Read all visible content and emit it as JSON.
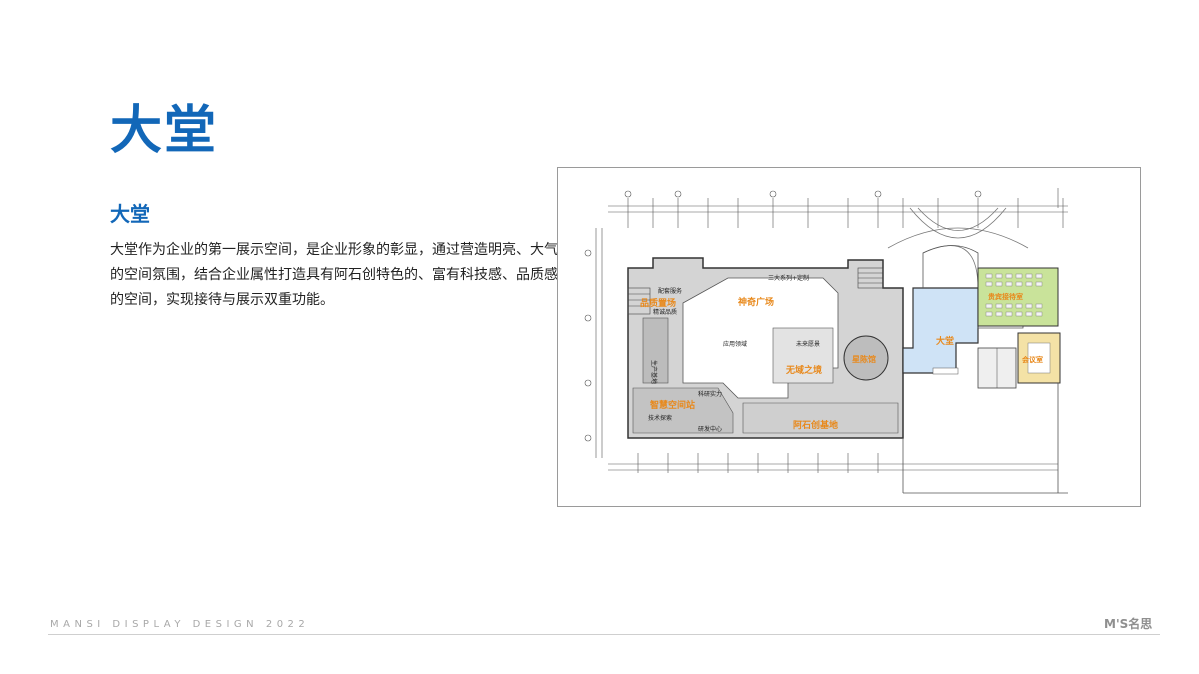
{
  "slide": {
    "title": "大堂",
    "subtitle": "大堂",
    "paragraph": "大堂作为企业的第一展示空间，是企业形象的彰显，通过营造明亮、大气的空间氛围，结合企业属性打造具有阿石创特色的、富有科技感、品质感的空间，实现接待与展示双重功能。"
  },
  "floor_plan": {
    "zones": {
      "brand_field": "品质置场",
      "showcase_plaza": "神奇广场",
      "smart_space": "智慧空间站",
      "future_realm": "无域之境",
      "ashi_base": "阿石创基地",
      "lobby": "大堂",
      "vip_room": "贵宾接待室",
      "meeting": "会议室",
      "star_hall": "星陈馆"
    },
    "labels": {
      "services": "配套服务",
      "quality_products": "精诚品质",
      "three_series": "三大系列+定制",
      "applications": "应用领域",
      "future_vision": "未来愿景",
      "research_strength": "科研实力",
      "tech_explore": "技术探索",
      "rd_center": "研发中心",
      "production": "生产基地"
    },
    "colors": {
      "zone_label": "#e8891c",
      "grey_fill": "#c9c9c9",
      "lobby_fill": "#cfe3f6",
      "vip_fill": "#c9e39a",
      "meeting_fill": "#f4e2a6"
    }
  },
  "footer": {
    "text": "MANSI DISPLAY DESIGN 2022",
    "logo": "M'S名思"
  }
}
